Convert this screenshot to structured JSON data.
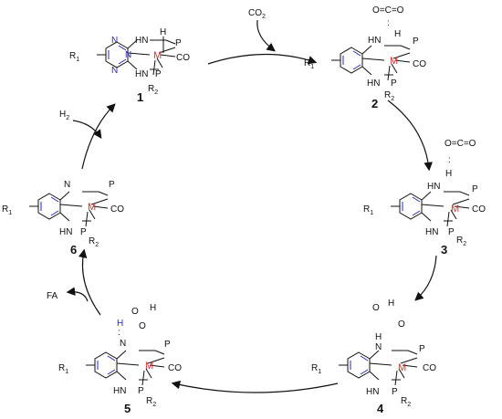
{
  "labels": {
    "co2_in": "CO2",
    "h2_in": "H2",
    "fa_out": "FA",
    "metal": "M",
    "carbonyl": "CO",
    "phosphine": "P",
    "nh": "HN",
    "n": "N",
    "h": "H",
    "r1": "R1",
    "r2": "R2",
    "co2_ligand": "O=C=O",
    "formate": "O"
  },
  "compounds": [
    "1",
    "2",
    "3",
    "4",
    "5",
    "6"
  ]
}
